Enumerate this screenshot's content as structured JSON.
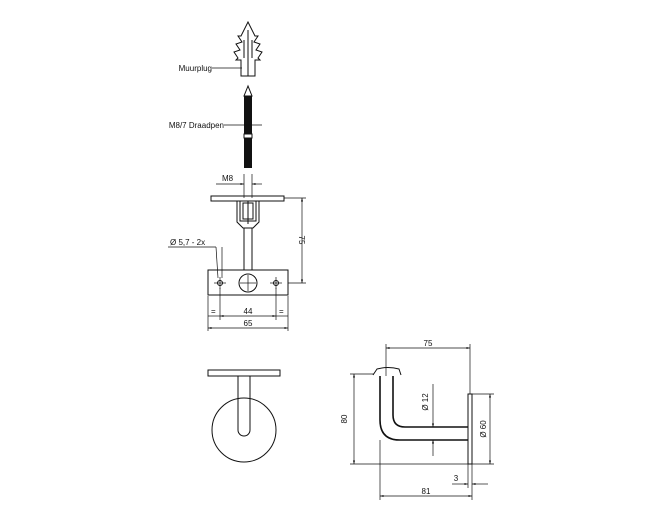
{
  "labels": {
    "wall_plug": "Muurplug",
    "threaded_pin": "M8/7 Draadpen"
  },
  "dimensions": {
    "thread_size": "M8",
    "hole_diameter": "Ø 5,7 - 2x",
    "height_front": "75",
    "hole_spacing": "44",
    "plate_width": "65",
    "equal_left": "=",
    "equal_right": "=",
    "projection": "75",
    "tube_diameter": "Ø 12",
    "rose_diameter": "Ø 60",
    "height_side": "80",
    "depth": "81",
    "plate_thickness": "3"
  }
}
